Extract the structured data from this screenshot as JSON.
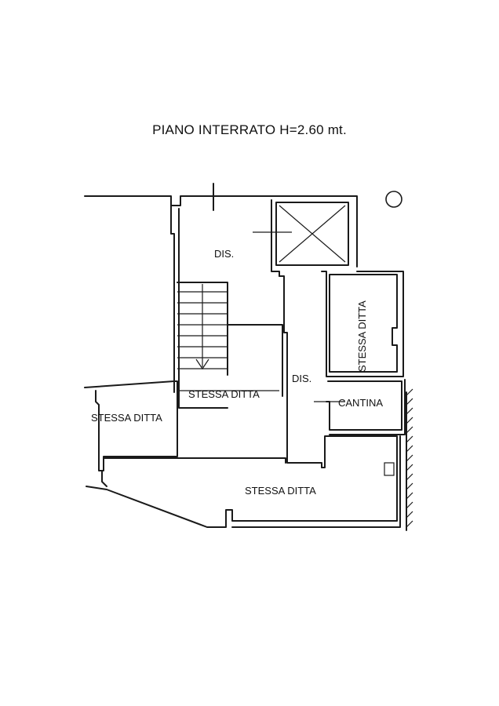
{
  "title": "PIANO INTERRATO H=2.60 mt.",
  "rooms": {
    "dis_upper": "DIS.",
    "dis_center": "DIS.",
    "stessa_ditta_right": "STESSA DITTA",
    "stessa_ditta_center": "STESSA DITTA",
    "stessa_ditta_left": "STESSA DITTA",
    "cantina": "CANTINA",
    "stessa_ditta_bottom": "STESSA DITTA"
  }
}
